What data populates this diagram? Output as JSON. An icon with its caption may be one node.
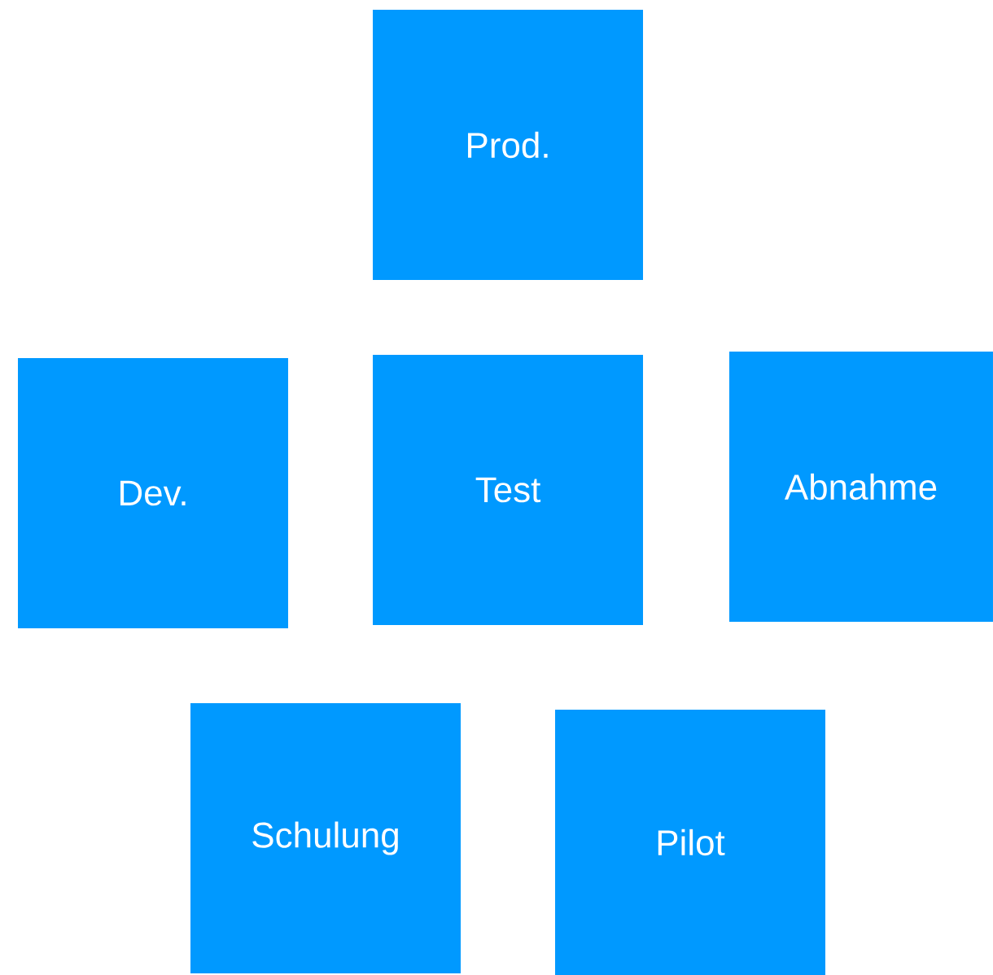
{
  "diagram": {
    "nodes": [
      {
        "text": [
          "Prod."
        ]
      },
      {
        "text": [
          "Dev."
        ]
      },
      {
        "text": [
          "Test"
        ]
      },
      {
        "text": [
          "Abnahme"
        ]
      },
      {
        "text": [
          "Schulung"
        ]
      },
      {
        "text": [
          "Pilot"
        ]
      }
    ]
  }
}
